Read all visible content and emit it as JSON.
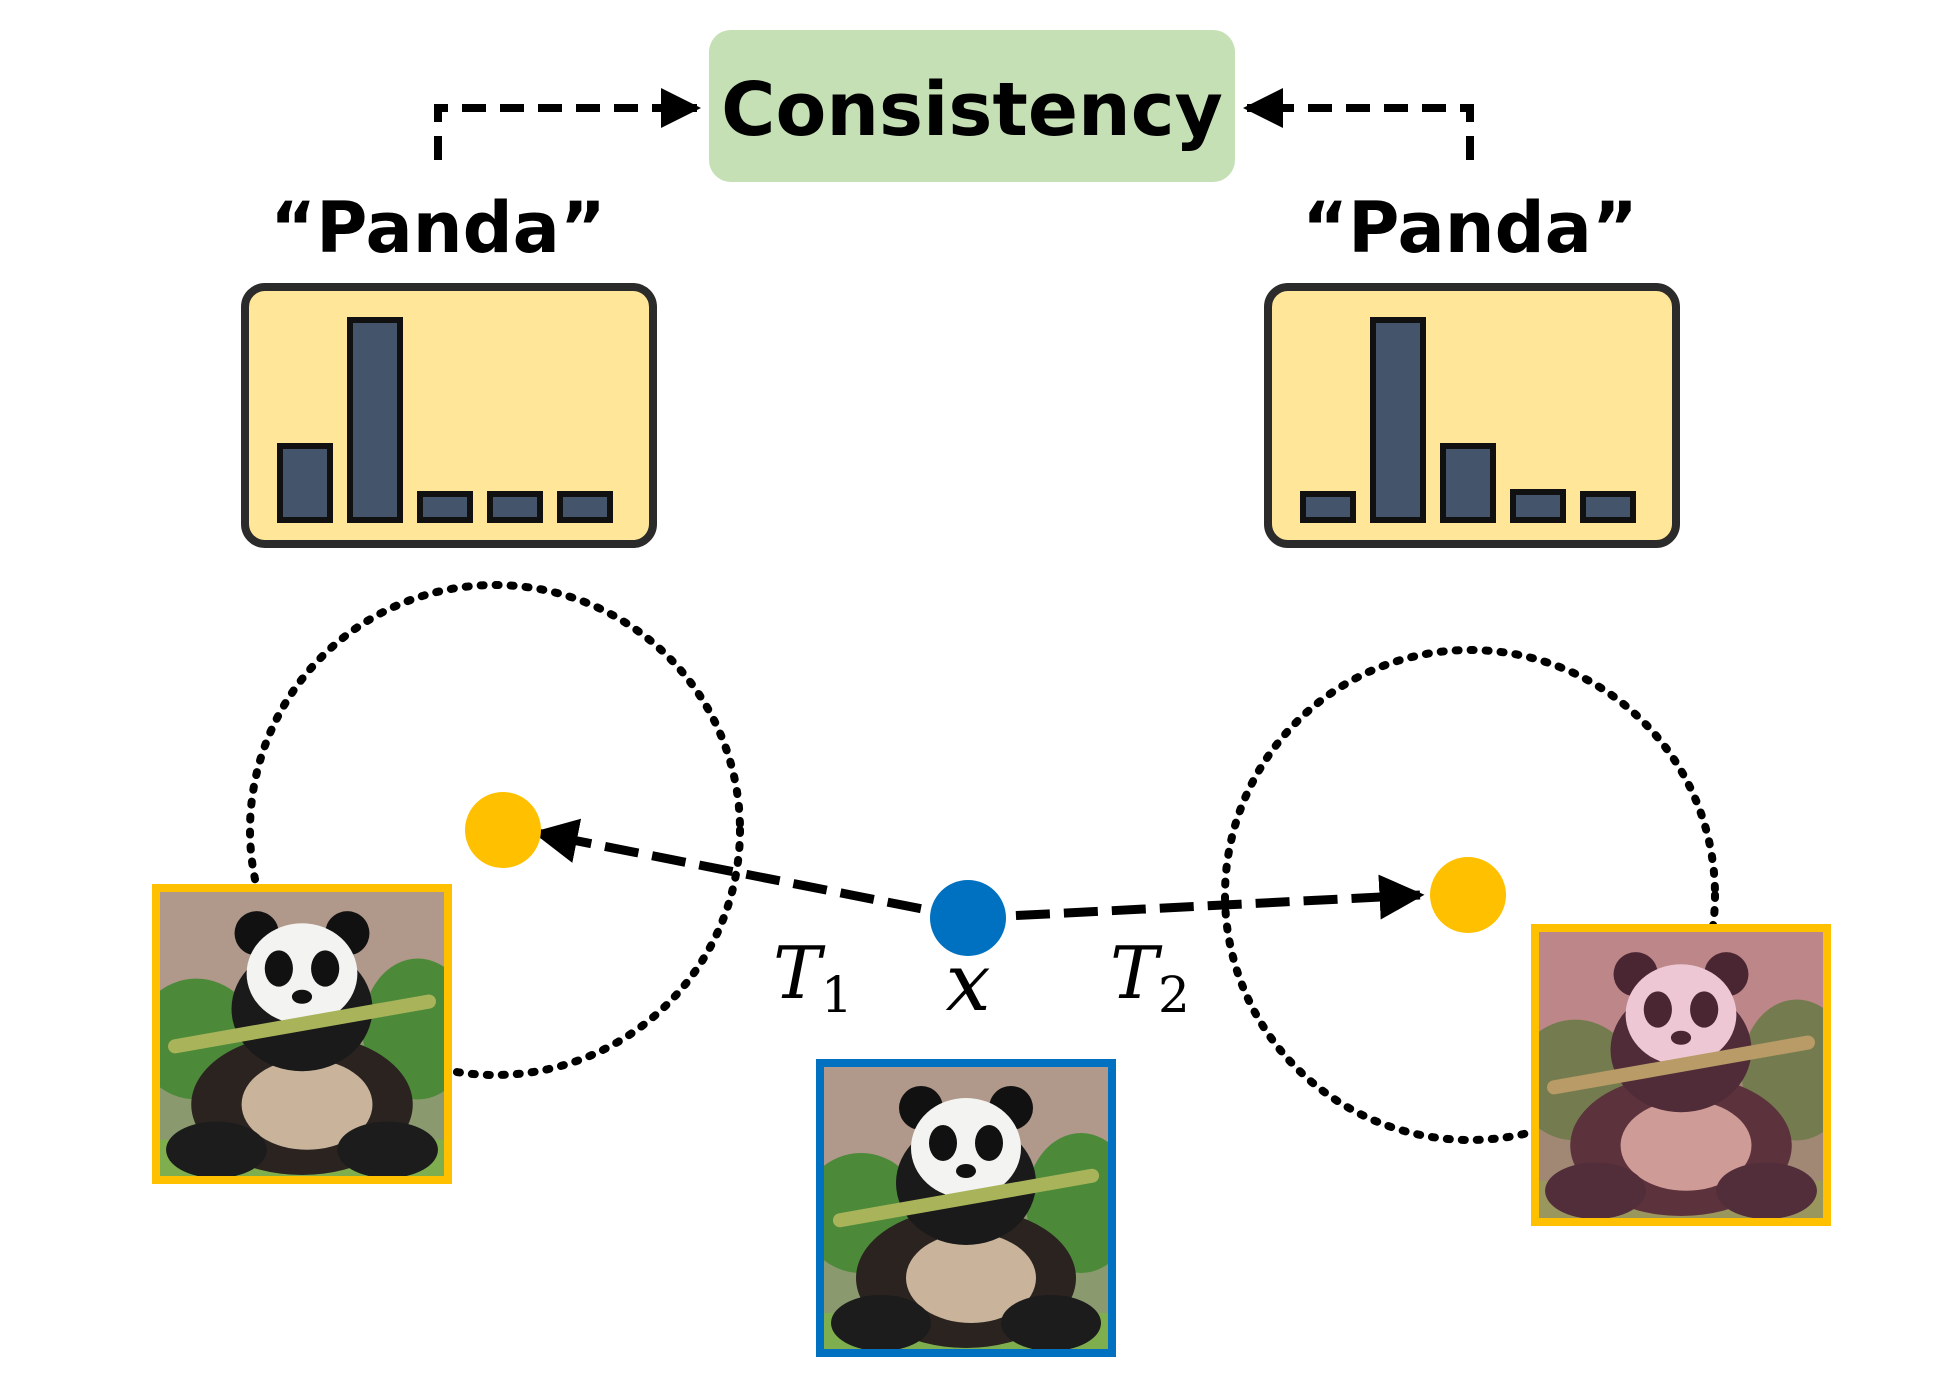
{
  "header": {
    "consistency_label": "Consistency"
  },
  "left": {
    "prediction_label": "“Panda”",
    "transform_symbol": "T",
    "transform_index": "1",
    "histogram_values": [
      0.37,
      1.0,
      0.13,
      0.13,
      0.13
    ],
    "image_icon": "panda-augmented-photo"
  },
  "right": {
    "prediction_label": "“Panda”",
    "transform_symbol": "T",
    "transform_index": "2",
    "histogram_values": [
      0.12,
      1.0,
      0.37,
      0.14,
      0.13
    ],
    "image_icon": "panda-color-jittered-photo"
  },
  "center": {
    "input_symbol": "x",
    "image_icon": "panda-original-photo"
  },
  "colors": {
    "consistency_box": "#c5e0b4",
    "histogram_box": "#ffe699",
    "bar_fill": "#44546a",
    "original_point": "#0070c0",
    "augmented_point": "#ffc000",
    "original_frame": "#0070c0",
    "augmented_frame": "#ffc000"
  }
}
